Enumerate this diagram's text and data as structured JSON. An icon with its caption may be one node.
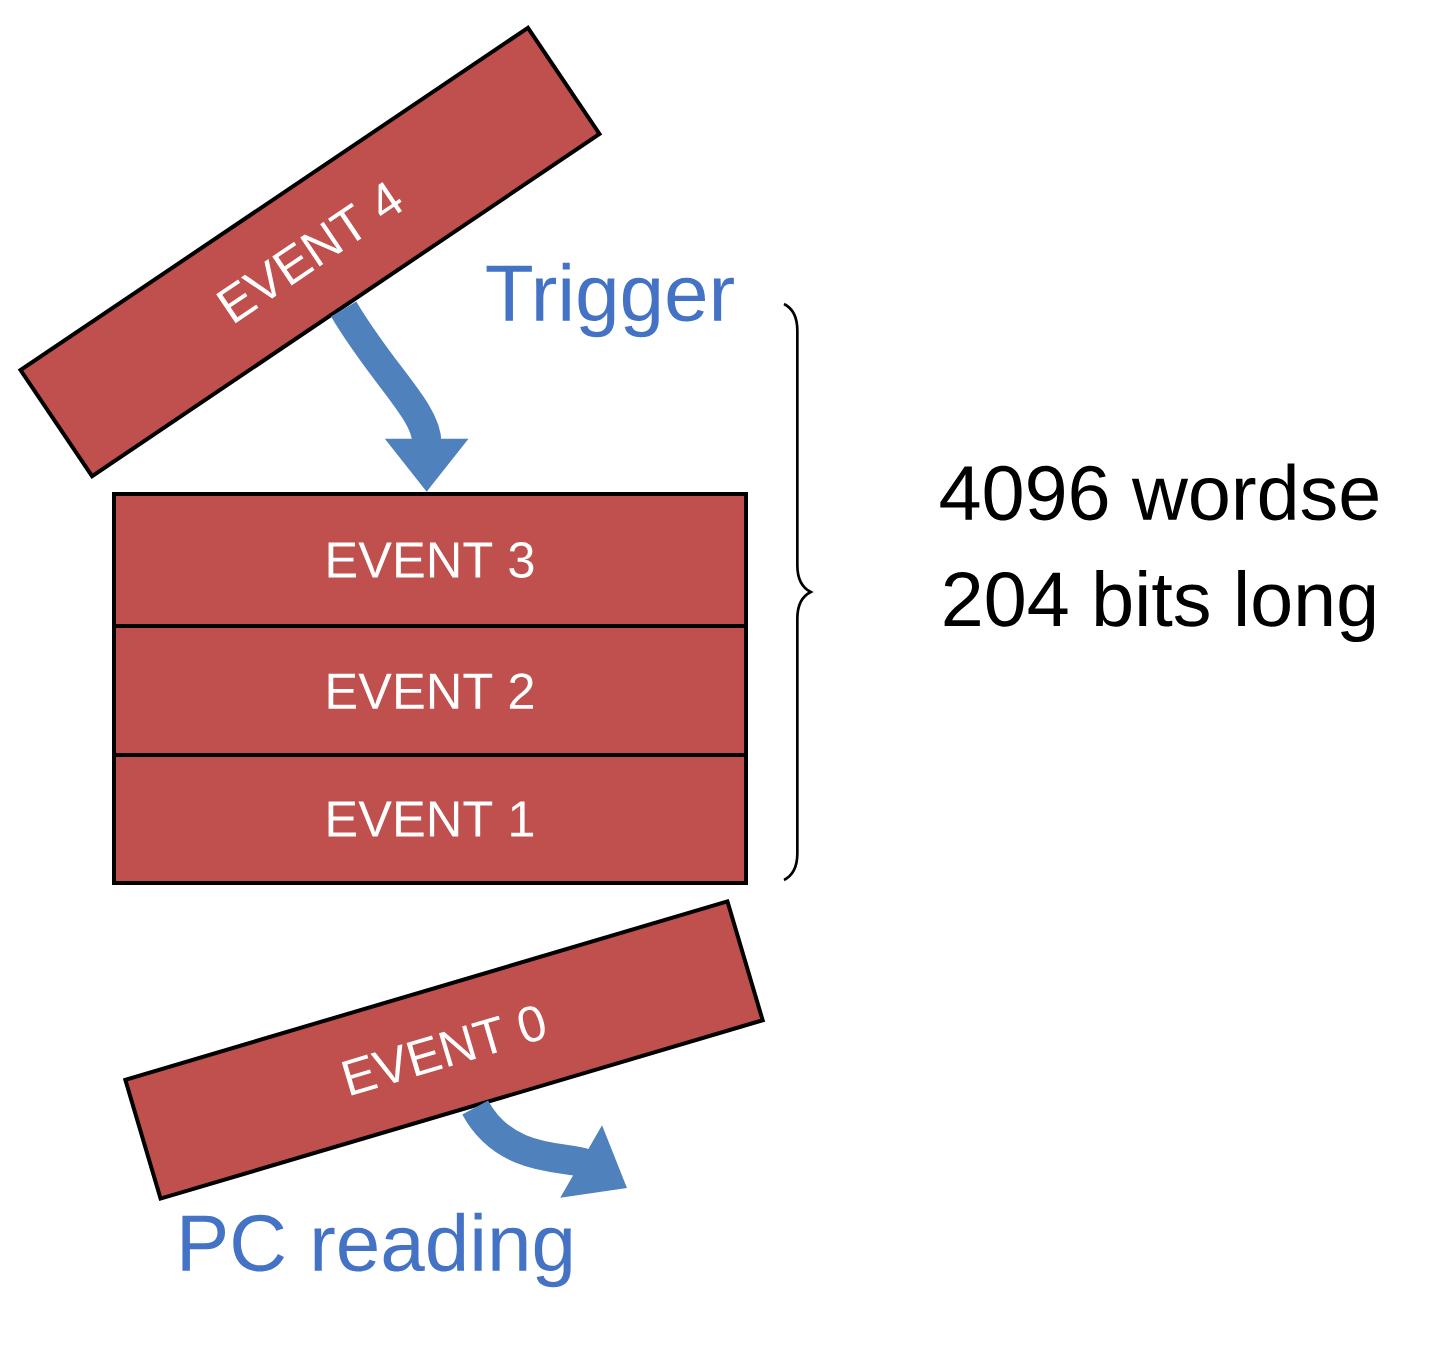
{
  "diagram": {
    "nodes": [
      {
        "text": [
          "EVENT 4"
        ]
      },
      {
        "text": [
          "EVENT 3"
        ]
      },
      {
        "text": [
          "EVENT 2"
        ]
      },
      {
        "text": [
          "EVENT 1"
        ]
      },
      {
        "text": [
          "EVENT 0"
        ]
      },
      {
        "text": [
          "PC reading"
        ]
      }
    ],
    "edges": [
      {
        "from": 0,
        "to": 1,
        "arrow": "to",
        "label": "Trigger"
      },
      {
        "from": 4,
        "to": 5,
        "arrow": "to"
      }
    ],
    "labels": [
      "4096 wordse",
      "204 bits long"
    ]
  }
}
